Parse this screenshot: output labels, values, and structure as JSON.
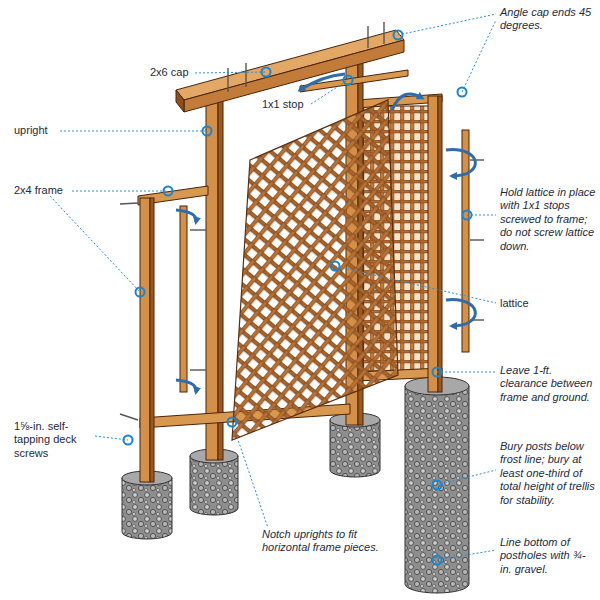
{
  "diagram": {
    "labels": [
      "Angle cap ends 45 degrees.",
      "2x6 cap",
      "1x1 stop",
      "upright",
      "2x4 frame",
      "Hold lattice in place with 1x1 stops screwed to frame; do not screw lattice down.",
      "lattice",
      "Leave 1-ft. clearance between frame and ground.",
      "Bury posts below frost line; bury at least one-third of total height of trellis for stability.",
      "Line bottom of postholes with ¾-in. gravel.",
      "1⅝-in. self-tapping deck screws",
      "Notch uprights to fit horizontal frame pieces."
    ]
  }
}
